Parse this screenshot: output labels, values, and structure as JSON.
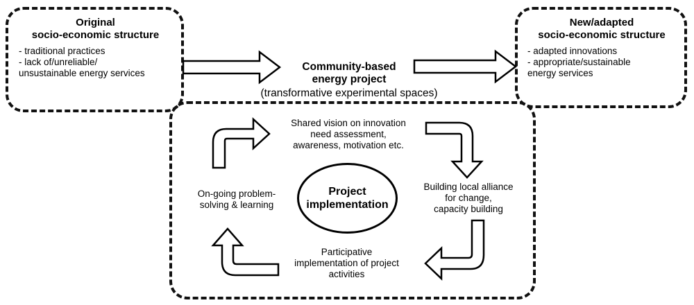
{
  "original_box": {
    "title_line1": "Original",
    "title_line2": "socio-economic structure",
    "items": [
      "- traditional practices",
      "- lack of/unreliable/",
      "unsustainable energy services"
    ]
  },
  "new_box": {
    "title_line1": "New/adapted",
    "title_line2": "socio-economic structure",
    "items": [
      "- adapted innovations",
      "- appropriate/sustainable",
      "energy services"
    ]
  },
  "community_project": {
    "title_line1": "Community-based",
    "title_line2": "energy project",
    "subtitle": "(transformative experimental spaces)"
  },
  "cycle": {
    "center_line1": "Project",
    "center_line2": "implementation",
    "top_line1": "Shared vision on innovation",
    "top_line2": "need assessment,",
    "top_line3": "awareness, motivation etc.",
    "right_line1": "Building local alliance",
    "right_line2": "for change,",
    "right_line3": "capacity building",
    "bottom_line1": "Participative",
    "bottom_line2": "implementation of project",
    "bottom_line3": "activities",
    "left_line1": "On-going problem-",
    "left_line2": "solving & learning"
  }
}
